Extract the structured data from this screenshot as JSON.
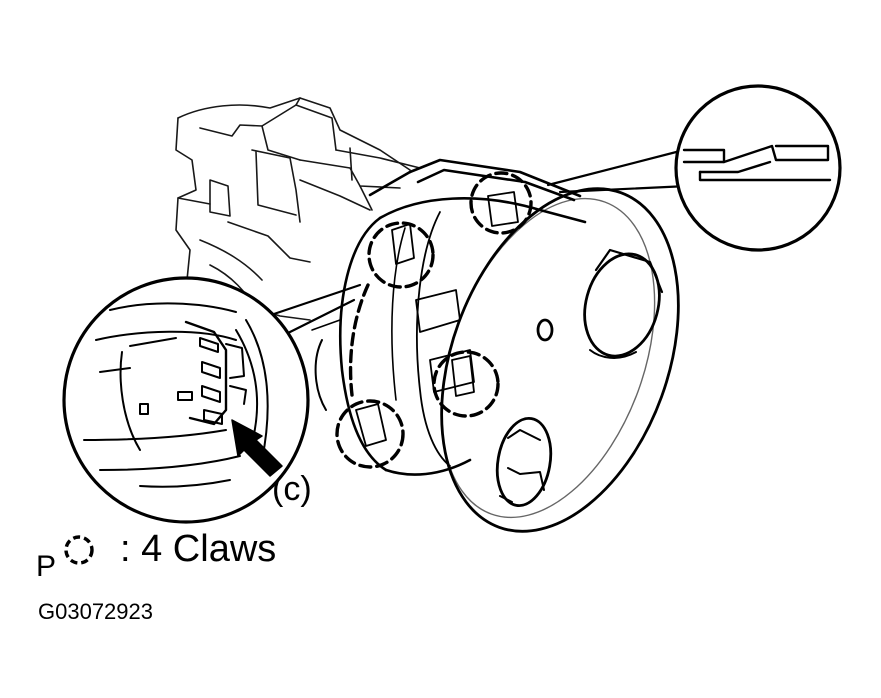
{
  "diagram": {
    "callout_label": "(c)",
    "legend": {
      "prefix": "P",
      "text": ": 4 Claws"
    },
    "figure_id": "G03072923",
    "colors": {
      "line": "#000000",
      "background": "#ffffff"
    }
  }
}
